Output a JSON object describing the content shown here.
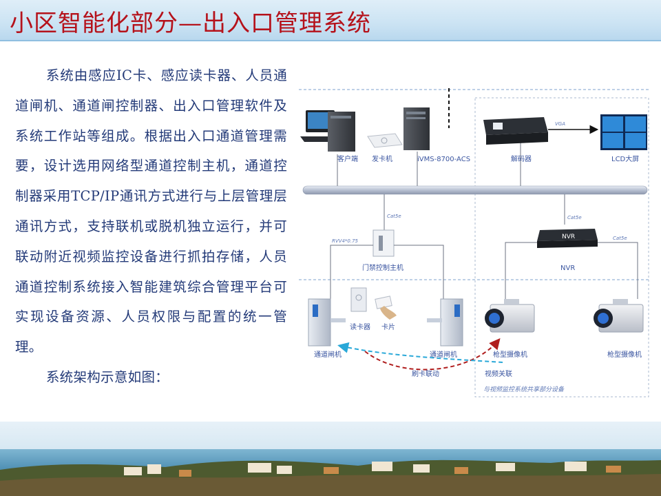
{
  "title": "小区智能化部分—出入口管理系统",
  "paragraphs": [
    "系统由感应IC卡、感应读卡器、人员通道闸机、通道闸控制器、出入口管理软件及系统工作站等组成。根据出入口通道管理需要，设计选用网络型通道控制主机，通道控制器采用TCP/IP通讯方式进行与上层管理层通讯方式，支持联机或脱机独立运行，并可联动附近视频监控设备进行抓拍存储，人员通道控制系统接入智能建筑综合管理平台可实现设备资源、人员权限与配置的统一管理。",
    "系统架构示意如图："
  ],
  "diagram": {
    "devices": {
      "client": "客户端",
      "card_issuer": "发卡机",
      "server": "iVMS-8700-ACS",
      "decoder": "解码器",
      "lcd": "LCD大屏",
      "controller": "门禁控制主机",
      "nvr": "NVR",
      "gate_left": "通道闸机",
      "gate_right": "通道闸机",
      "reader": "读卡器",
      "card": "卡片",
      "camera_left": "枪型摄像机",
      "camera_right": "枪型摄像机"
    },
    "cable_labels": {
      "vga": "VGA",
      "cat5e_controller": "Cat5e",
      "cat5e_nvr_top": "Cat5e",
      "cat5e_nvr_right": "Cat5e",
      "rvv": "RVV4*0.75"
    },
    "link_labels": {
      "swipe_link": "刷卡联动",
      "video_link": "视频关联",
      "shared_note": "与视频监控系统共享部分设备"
    },
    "colors": {
      "bus": "#9aa6bd",
      "swipe_link": "#b01e1e",
      "video_link": "#29a8d8",
      "dashed_frame": "#8fa7c8"
    }
  },
  "colors": {
    "title": "#b5121b",
    "body_text": "#233a78",
    "title_bar": "#cbe3f3"
  }
}
